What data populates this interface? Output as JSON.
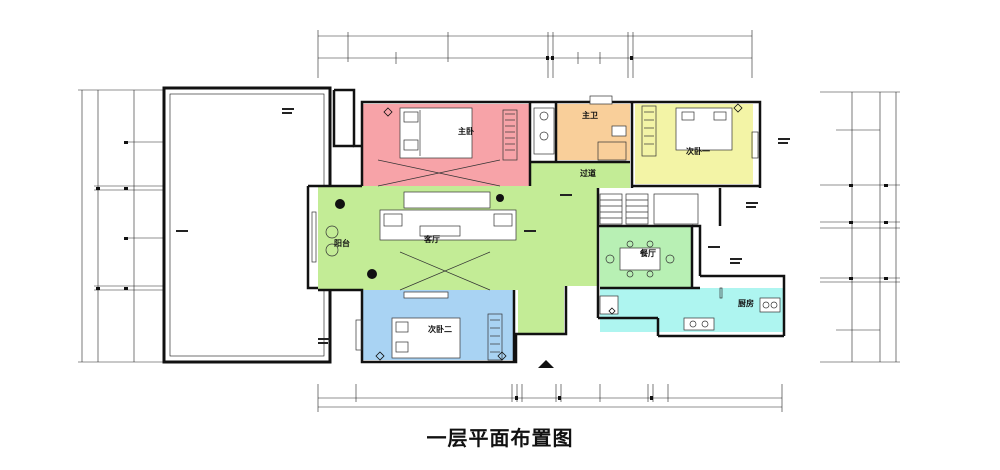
{
  "caption": "一层平面布置图",
  "rooms": {
    "master_bedroom": "主卧",
    "master_bath": "主卫",
    "bedroom_one": "次卧一",
    "corridor": "过道",
    "living_room": "客厅",
    "balcony": "阳台",
    "dining_room": "餐厅",
    "kitchen": "厨房",
    "bedroom_two": "次卧二"
  },
  "colors": {
    "master_bedroom": "#f7a3a8",
    "master_bath": "#f9cf9a",
    "bedroom_one": "#f3f4a6",
    "living_room": "#c3ec96",
    "dining_room": "#b8f0b4",
    "kitchen": "#aef5f0",
    "bedroom_two": "#a9d3f3",
    "wall": "#111111"
  }
}
